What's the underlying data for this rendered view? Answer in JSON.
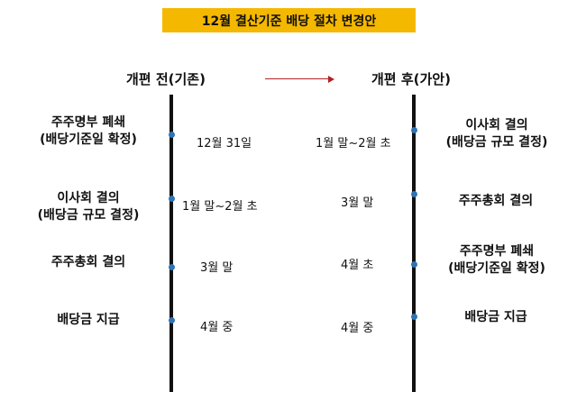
{
  "title": "12월 결산기준 배당 절차 변경안",
  "colors": {
    "title_bg": "#f5b800",
    "arrow": "#b22222",
    "dot": "#2e74b5",
    "line": "#111111"
  },
  "left_column": {
    "heading": "개편 전(기존)",
    "steps": [
      {
        "label_line1": "주주명부 폐쇄",
        "label_line2": "(배당기준일 확정)",
        "date": "12월 31일"
      },
      {
        "label_line1": "이사회 결의",
        "label_line2": "(배당금 규모 결정)",
        "date": "1월 말~2월 초"
      },
      {
        "label_line1": "주주총회 결의",
        "date": "3월 말"
      },
      {
        "label_line1": "배당금 지급",
        "date": "4월 중"
      }
    ]
  },
  "right_column": {
    "heading": "개편 후(가안)",
    "steps": [
      {
        "label_line1": "이사회 결의",
        "label_line2": "(배당금 규모 결정)",
        "date": "1월 말~2월 초"
      },
      {
        "label_line1": "주주총회 결의",
        "date": "3월 말"
      },
      {
        "label_line1": "주주명부 폐쇄",
        "label_line2": "(배당기준일 확정)",
        "date": "4월 초"
      },
      {
        "label_line1": "배당금 지급",
        "date": "4월 중"
      }
    ]
  }
}
